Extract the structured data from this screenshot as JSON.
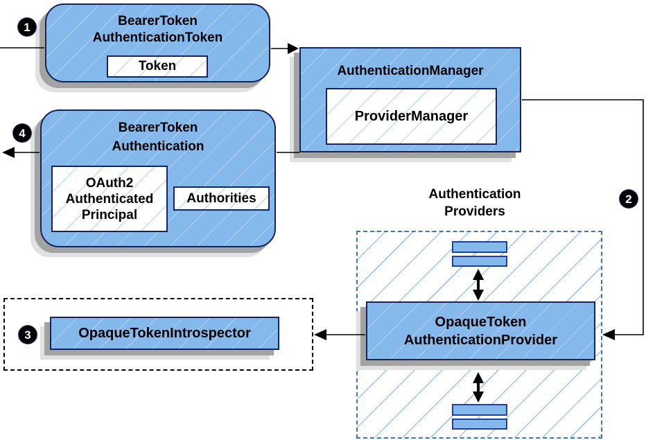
{
  "colors": {
    "node_fill": "#85b9ec",
    "node_border": "#14235e",
    "hatch_line": "#9cc6ee",
    "hatch_line_light": "#b4d2f1",
    "providers_dashed_border": "#3f74b4",
    "introspector_dashed_border": "#000000",
    "connector": "#000000",
    "badge_bg": "#000000",
    "badge_fg": "#ffffff",
    "shadow_dark": "#a3a3a3",
    "shadow_light": "#e1e1e1",
    "text": "#000000"
  },
  "nodes": {
    "bearerTokenAuthenticationToken": {
      "title_line1": "BearerToken",
      "title_line2": "AuthenticationToken",
      "child_token": "Token"
    },
    "authenticationManager": {
      "title": "AuthenticationManager",
      "child_provider_manager": "ProviderManager"
    },
    "bearerTokenAuthentication": {
      "title_line1": "BearerToken",
      "title_line2": "Authentication",
      "child_principal_line1": "OAuth2",
      "child_principal_line2": "Authenticated",
      "child_principal_line3": "Principal",
      "child_authorities": "Authorities"
    },
    "authenticationProviders": {
      "label_line1": "Authentication",
      "label_line2": "Providers",
      "provider_line1": "OpaqueToken",
      "provider_line2": "AuthenticationProvider"
    },
    "opaqueTokenIntrospector": {
      "label": "OpaqueTokenIntrospector"
    }
  },
  "badges": {
    "step1": "1",
    "step2": "2",
    "step3": "3",
    "step4": "4"
  }
}
